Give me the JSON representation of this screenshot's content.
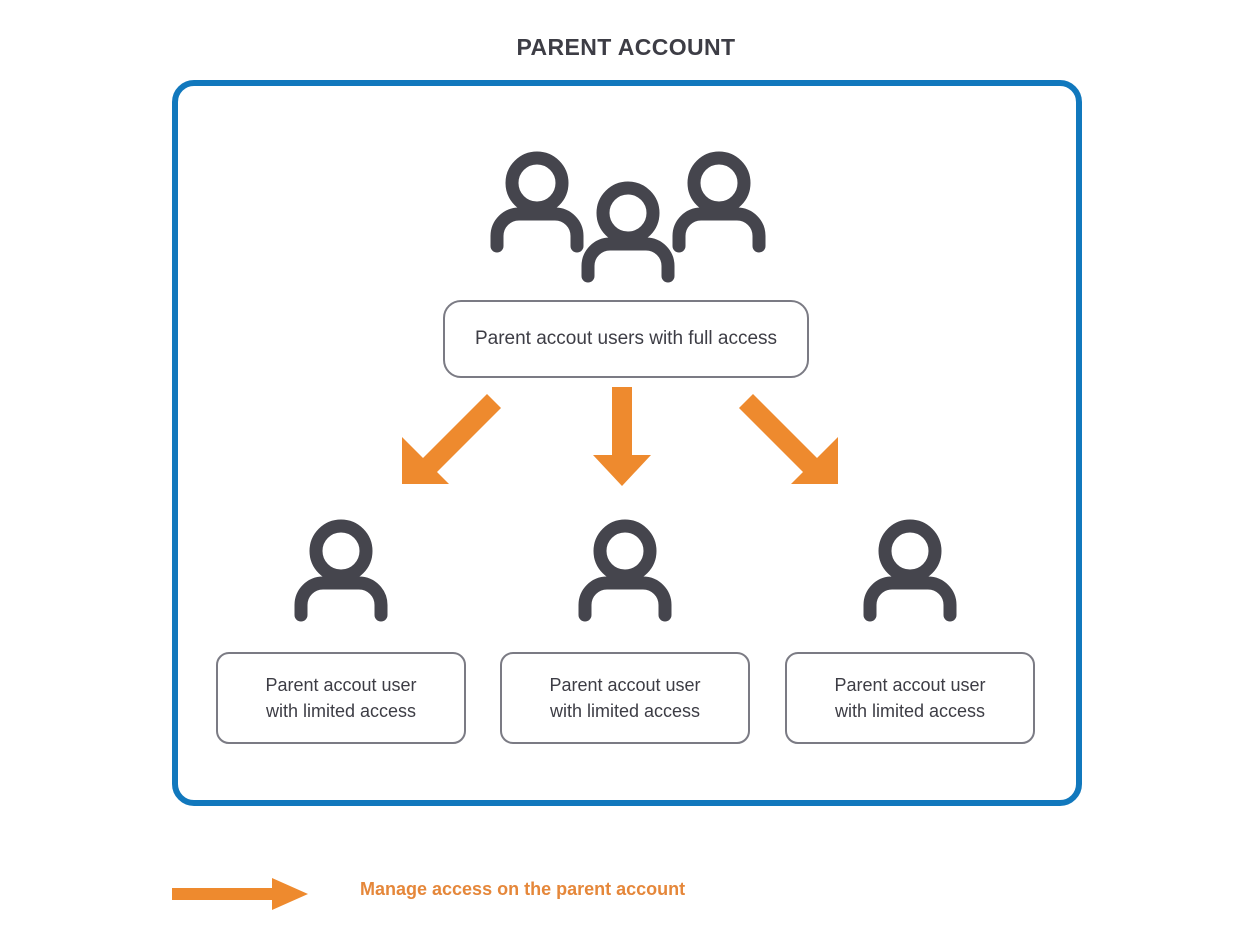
{
  "title": "PARENT ACCOUNT",
  "colors": {
    "frame_blue": "#1178bd",
    "arrow_orange": "#ee8a2e",
    "icon_gray": "#45454d",
    "box_border_gray": "#7b7b84",
    "text_dark": "#3d3d45",
    "legend_text_orange": "#e5873a",
    "background": "#ffffff"
  },
  "parent_box": {
    "label": "Parent accout users with full access",
    "icon": "three-people-icon"
  },
  "children": [
    {
      "icon": "person-icon",
      "line1": "Parent accout user",
      "line2": "with limited access",
      "arrow": "arrow-down-left"
    },
    {
      "icon": "person-icon",
      "line1": "Parent accout user",
      "line2": "with limited access",
      "arrow": "arrow-down"
    },
    {
      "icon": "person-icon",
      "line1": "Parent accout user",
      "line2": "with limited access",
      "arrow": "arrow-down-right"
    }
  ],
  "legend": {
    "arrow_icon": "arrow-right-icon",
    "label": "Manage access on the parent account"
  }
}
